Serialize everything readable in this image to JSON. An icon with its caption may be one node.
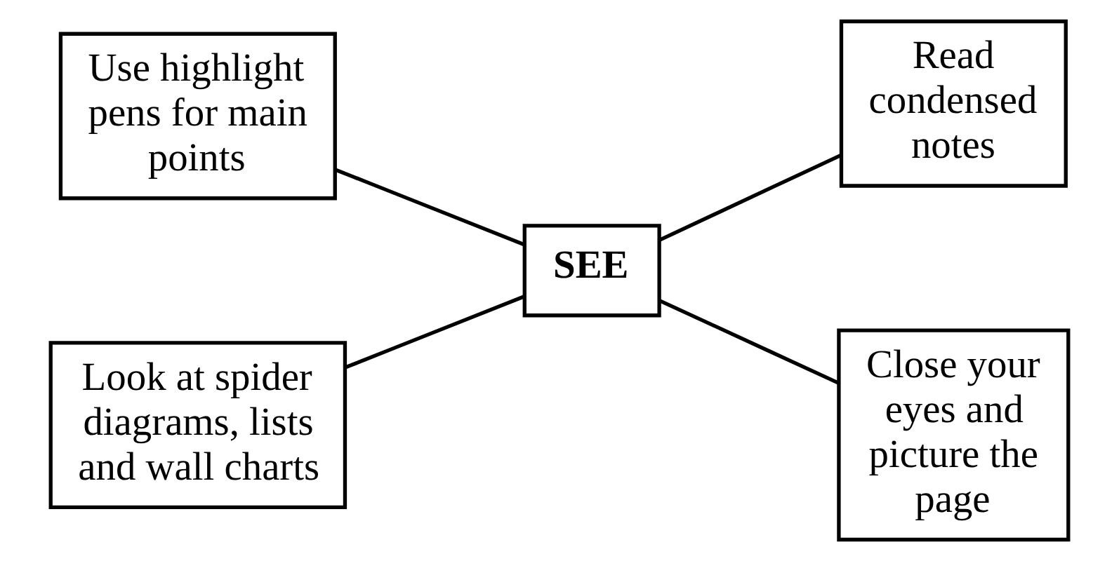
{
  "diagram": {
    "nodes": [
      {
        "text": [
          "Use highlight pens for main points"
        ]
      },
      {
        "text": [
          "Read condensed notes"
        ]
      },
      {
        "text": [
          "SEE"
        ]
      },
      {
        "text": [
          "Look at spider diagrams, lists and wall charts"
        ]
      },
      {
        "text": [
          "Close your eyes and picture the page"
        ]
      }
    ],
    "edges": [
      {
        "from": 2,
        "to": 0,
        "arrow": "none"
      },
      {
        "from": 2,
        "to": 1,
        "arrow": "none"
      },
      {
        "from": 2,
        "to": 3,
        "arrow": "none"
      },
      {
        "from": 2,
        "to": 4,
        "arrow": "none"
      }
    ]
  }
}
